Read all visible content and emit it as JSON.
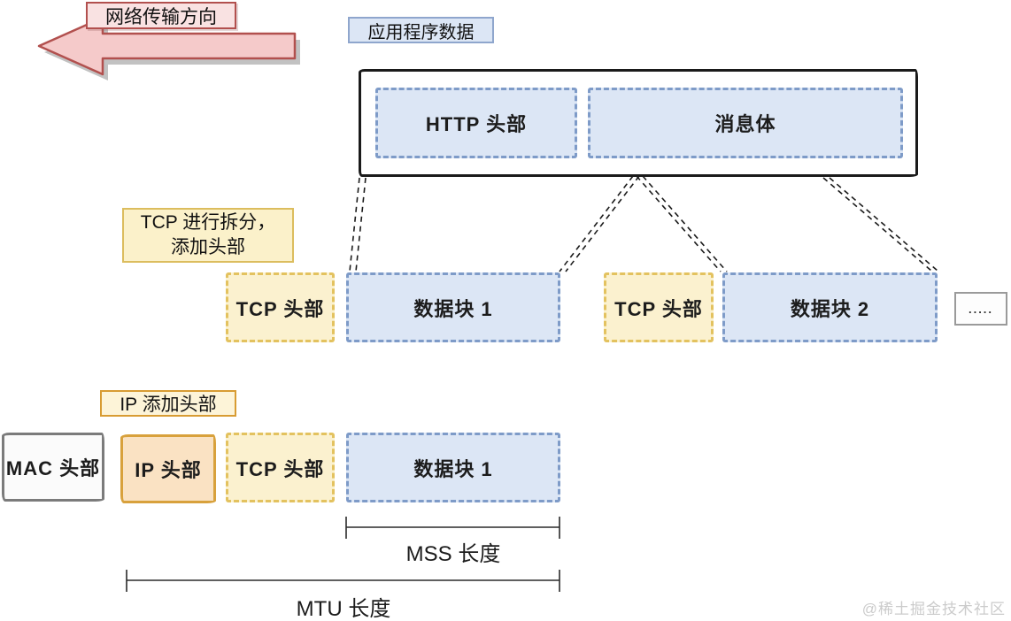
{
  "labels": {
    "direction": "网络传输方向",
    "app_data": "应用程序数据",
    "tcp_split_line1": "TCP 进行拆分，",
    "tcp_split_line2": "添加头部",
    "ip_add": "IP 添加头部",
    "mss": "MSS 长度",
    "mtu": "MTU 长度",
    "ellipsis": ".....",
    "watermark": "@稀土掘金技术社区"
  },
  "boxes": {
    "http_header": "HTTP 头部",
    "message_body": "消息体",
    "tcp_header": "TCP 头部",
    "chunk1": "数据块 1",
    "chunk2": "数据块 2",
    "mac_header": "MAC 头部",
    "ip_header": "IP 头部"
  },
  "colors": {
    "arrow_fill": "#f5caca",
    "arrow_stroke": "#b2504e",
    "blue_fill": "#dce6f5",
    "blue_border": "#7e9bc8",
    "yellow_fill": "#fbf1cf",
    "yellow_border": "#e3c25f",
    "orange_border": "#d89c33",
    "ip_fill": "#fae2c3",
    "ip_border": "#d8a13c"
  }
}
